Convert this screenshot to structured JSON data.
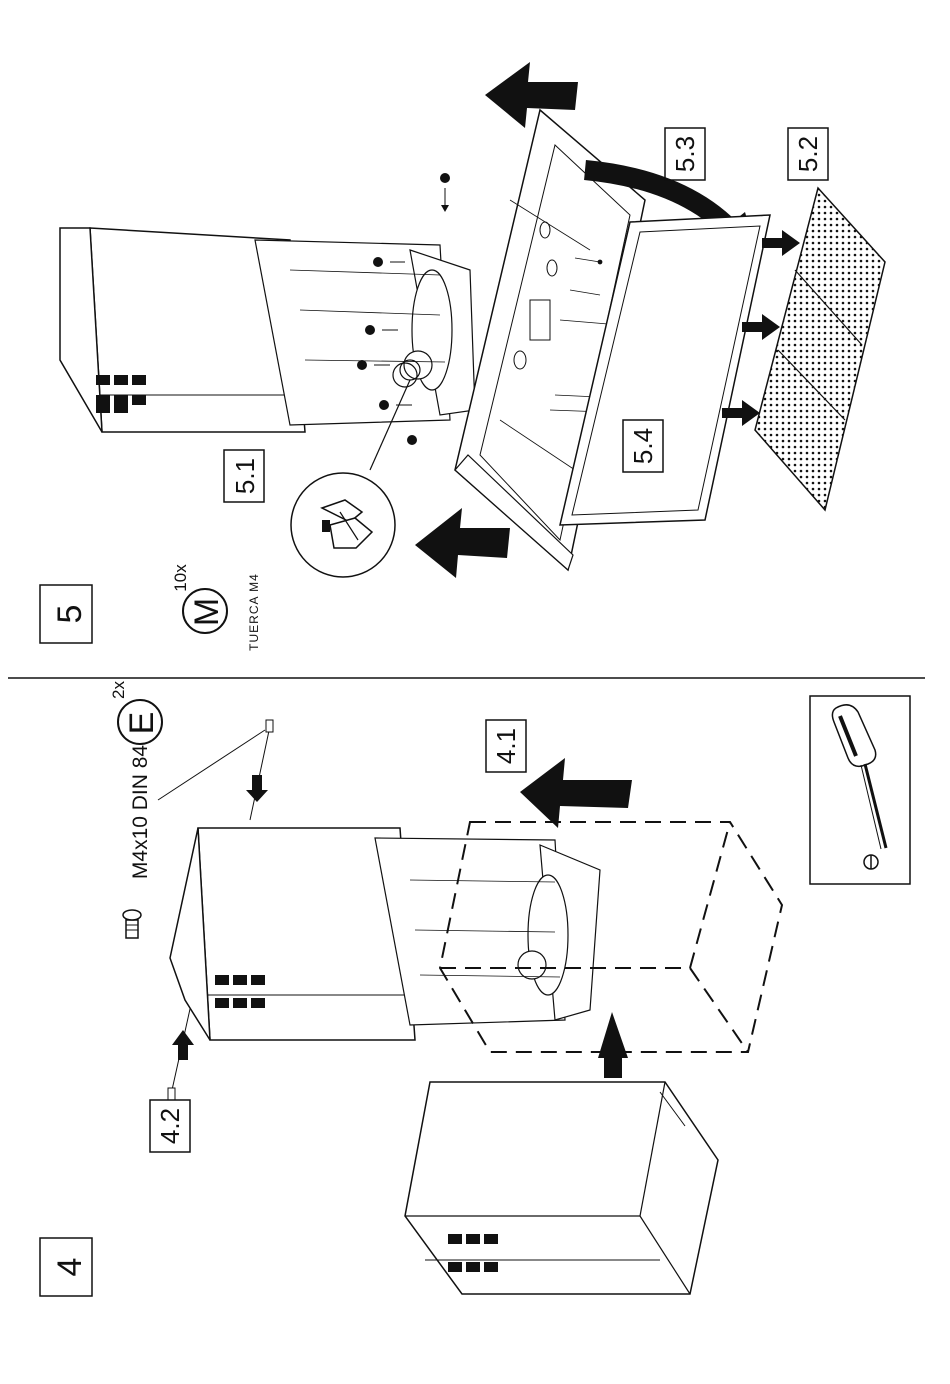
{
  "steps": {
    "step5": "5",
    "step4": "4",
    "sub_5_1": "5.1",
    "sub_5_2": "5.2",
    "sub_5_3": "5.3",
    "sub_5_4": "5.4",
    "sub_4_1": "4.1",
    "sub_4_2": "4.2"
  },
  "parts": {
    "nut_letter": "M",
    "nut_qty": "10x",
    "nut_name": "TUERCA M4",
    "screw_spec": "M4x10 DIN 84",
    "screw_letter": "E",
    "screw_qty": "2x"
  },
  "tool": {
    "icon": "screwdriver-icon"
  },
  "colors": {
    "ink": "#111111",
    "paper": "#ffffff"
  }
}
